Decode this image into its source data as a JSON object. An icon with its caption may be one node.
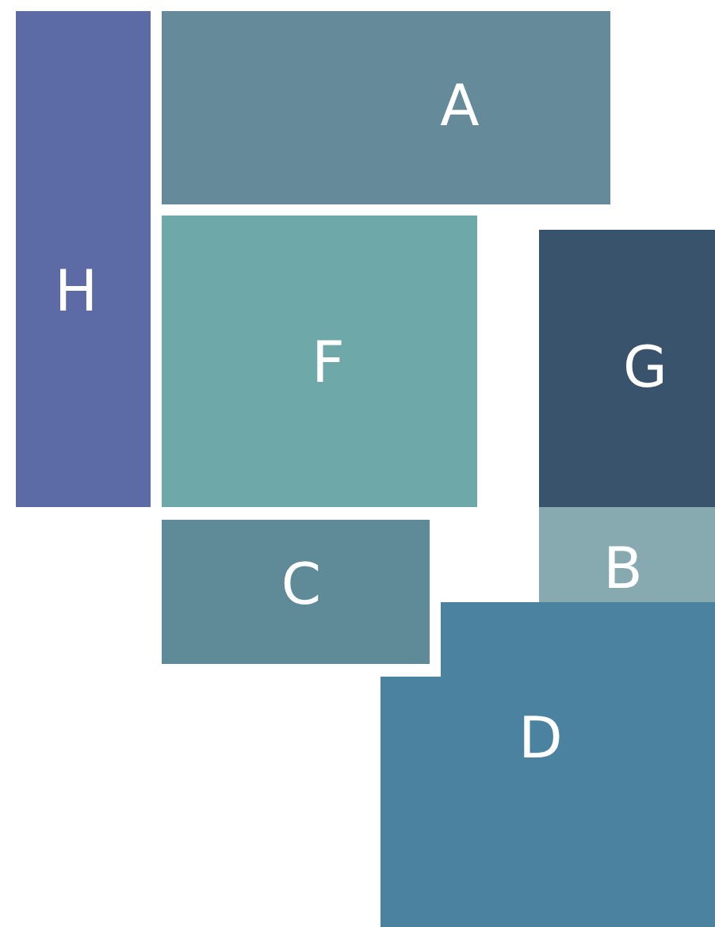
{
  "diagram": {
    "nodes": [
      {
        "text": [
          "H"
        ]
      },
      {
        "text": [
          "A"
        ]
      },
      {
        "text": [
          "F"
        ]
      },
      {
        "text": [
          "G"
        ]
      },
      {
        "text": [
          "C"
        ]
      },
      {
        "text": [
          "B"
        ]
      },
      {
        "text": [
          "D"
        ]
      }
    ]
  }
}
